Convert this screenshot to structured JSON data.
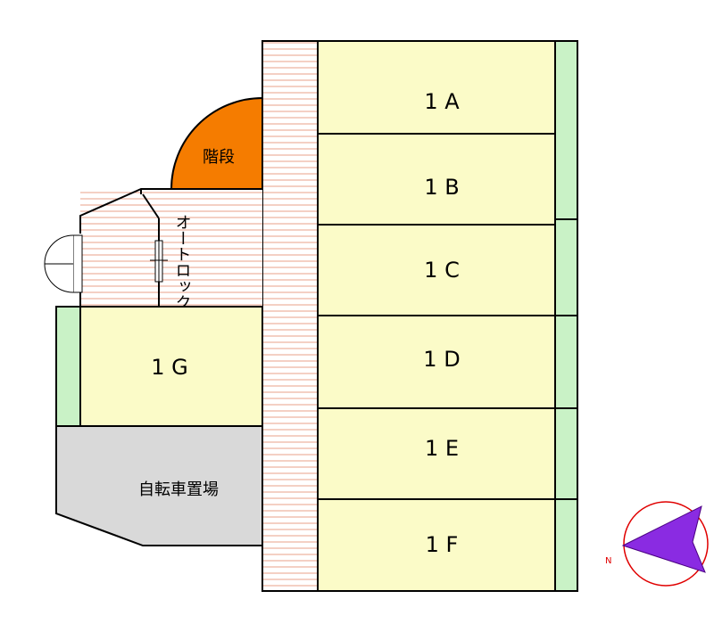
{
  "units": {
    "u1A": "1 A",
    "u1B": "1 B",
    "u1C": "1 C",
    "u1D": "1 D",
    "u1E": "1 E",
    "u1F": "1 F",
    "u1G": "1 G"
  },
  "areas": {
    "stairs": "階段",
    "bicycle_parking": "自転車置場",
    "auto_lock": "オートロック"
  },
  "compass": {
    "north_label": "N"
  },
  "colors": {
    "unit_fill": "#fbfbc8",
    "balcony_fill": "#c9f2c6",
    "stairs_fill": "#f57c00",
    "parking_fill": "#d9d9d9",
    "corridor_line": "#e9a08a",
    "compass_arrow": "#8a2be2",
    "compass_ring": "#e00000"
  }
}
